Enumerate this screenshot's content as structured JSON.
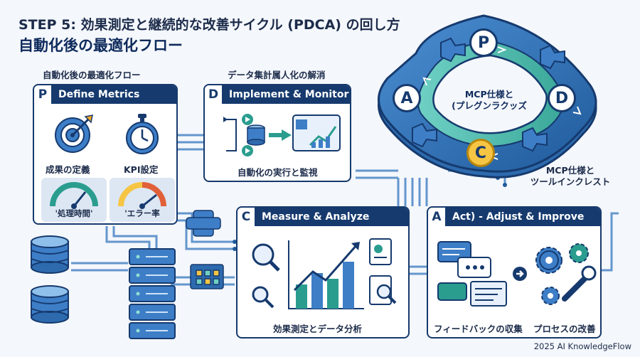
{
  "header": {
    "title_line1": "STEP 5: 効果測定と継続的な改善サイクル (PDCA) の回し方",
    "title_line2": "自動化後の最適化フロー"
  },
  "labels": {
    "above_plan": "自動化後の最適化フロー",
    "above_do": "データ集計属人化の解消"
  },
  "plan": {
    "letter": "P",
    "title": "Define Metrics",
    "item1": "成果の定義",
    "item2": "KPI設定",
    "gauge1": "'処理時間'",
    "gauge2": "'エラー率"
  },
  "do": {
    "letter": "D",
    "title": "Implement & Monitor",
    "caption": "自動化の実行と監視"
  },
  "check": {
    "letter": "C",
    "title": "Measure & Analyze",
    "caption": "効果測定とデータ分析"
  },
  "act": {
    "letter": "A",
    "title": "Act) - Adjust & Improve",
    "caption1": "フィードバックの収集",
    "caption2": "プロセスの改善"
  },
  "cycle": {
    "p": "P",
    "d": "D",
    "c": "C",
    "a": "A",
    "center_line1": "MCP仕様と",
    "center_line2": "(プレグンラクッズ",
    "side_line1": "MCP仕様と",
    "side_line2": "ツールインクレスト"
  },
  "footer": "2025 AI KnowledgeFlow",
  "colors": {
    "navy": "#163a6e",
    "teal": "#2a9d8f",
    "gold": "#f5c543",
    "accent_blue": "#3d7ec7"
  }
}
